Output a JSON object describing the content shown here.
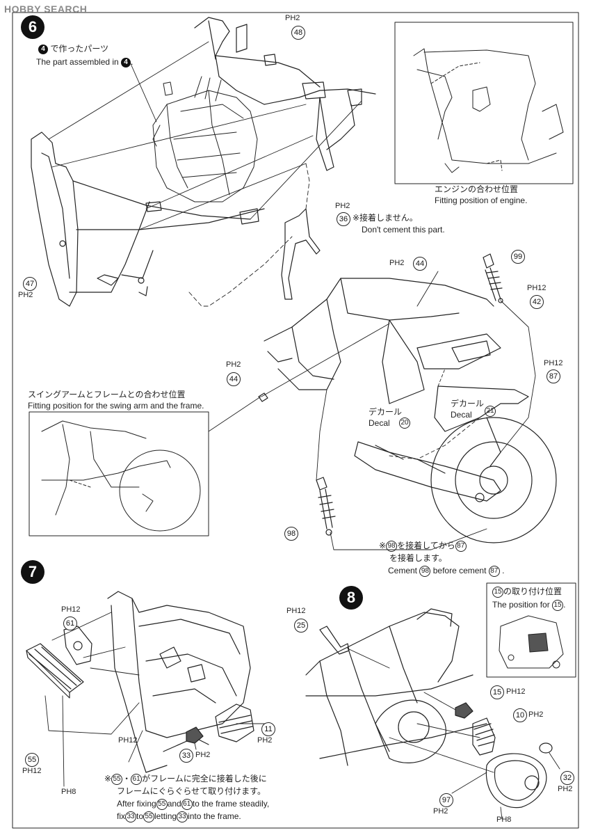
{
  "watermark": "HOBBY SEARCH",
  "steps": {
    "s6": "6",
    "s7": "7",
    "s8": "8"
  },
  "step6": {
    "assembled_jp": "で作ったパーツ",
    "assembled_en": "The part assembled in",
    "assembled_ref": "4",
    "engine_jp": "エンジンの合わせ位置",
    "engine_en": "Fitting position of engine.",
    "nocement_jp": "※接着しません。",
    "nocement_en": "Don't cement this part.",
    "swing_jp": "スイングアームとフレームとの合わせ位置",
    "swing_en": "Fitting position for the swing arm and the frame.",
    "decal_jp": "デカール",
    "decal_en": "Decal",
    "decal_num_a": "20",
    "decal_num_b": "21",
    "cement_jp_a": "※",
    "cement_jp_b": "を接着してから",
    "cement_jp_c": "を接着します。",
    "cement_en_a": "Cement",
    "cement_en_b": "before cement",
    "cement_ref_a": "98",
    "cement_ref_b": "87",
    "parts": {
      "p48": "48",
      "p36": "36",
      "p47": "47",
      "p99": "99",
      "p44a": "44",
      "p42": "42",
      "p87": "87",
      "p44b": "44",
      "p98": "98"
    },
    "runners": {
      "r48": "PH2",
      "r36": "PH2",
      "r47": "PH2",
      "r44a": "PH2",
      "r42": "PH12",
      "r87": "PH12",
      "r44b": "PH2"
    }
  },
  "step7": {
    "note_jp_1": "・",
    "note_jp_2": "がフレームに完全に接着した後に",
    "note_jp_3": "フレームにぐらぐらせて取り付けます。",
    "note_en_1": "After fixing",
    "note_en_2": "and",
    "note_en_3": "to the frame steadily,",
    "note_en_4": "fix",
    "note_en_5": "to",
    "note_en_6": "letting",
    "note_en_7": "into the frame.",
    "refs": {
      "a": "55",
      "b": "61",
      "c": "33"
    },
    "parts": {
      "p61": "61",
      "p55": "55",
      "p33": "33",
      "p11": "11"
    },
    "runners": {
      "r61": "PH12",
      "r55": "PH12",
      "rmid": "PH12",
      "r33": "PH2",
      "r11": "PH2",
      "r8": "PH8"
    }
  },
  "step8": {
    "pos_jp": "の取り付け位置",
    "pos_en": "The position for",
    "pos_ref": "15",
    "parts": {
      "p25": "25",
      "p15": "15",
      "p10": "10",
      "p32": "32",
      "p97": "97"
    },
    "runners": {
      "r25": "PH12",
      "r15": "PH12",
      "r10": "PH2",
      "r32": "PH2",
      "r97": "PH2",
      "r8": "PH8"
    }
  }
}
